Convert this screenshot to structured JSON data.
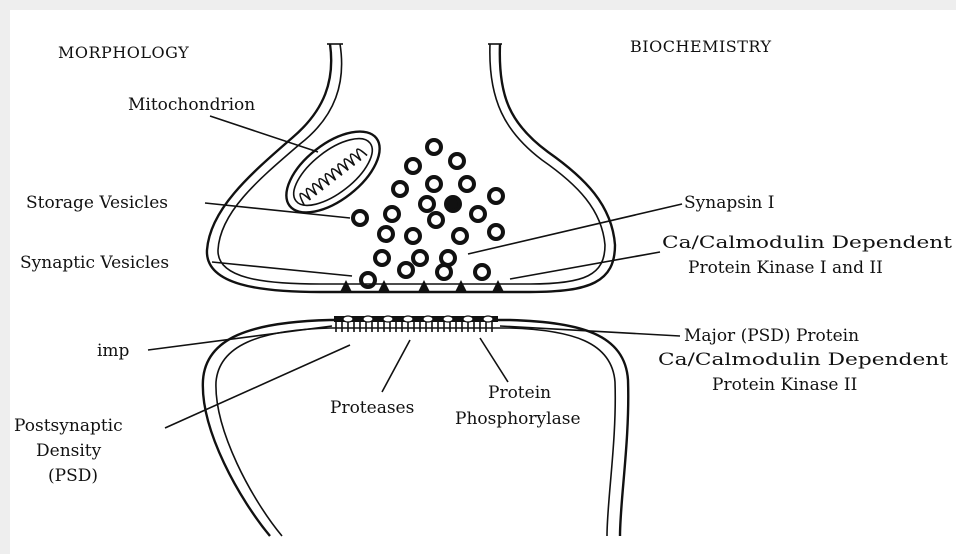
{
  "headers": {
    "left": "MORPHOLOGY",
    "right": "BIOCHEMISTRY"
  },
  "labels": {
    "mitochondrion": "Mitochondrion",
    "storage_vesicles": "Storage Vesicles",
    "synaptic_vesicles": "Synaptic Vesicles",
    "imp": "imp",
    "psd_line1": "Postsynaptic",
    "psd_line2": "Density",
    "psd_line3": "(PSD)",
    "proteases": "Proteases",
    "phos_line1": "Protein",
    "phos_line2": "Phosphorylase",
    "synapsin": "Synapsin I",
    "camk_pre_line1": "Ca/Calmodulin Dependent",
    "camk_pre_line2": "Protein Kinase I and II",
    "psd_protein_line1": "Major (PSD) Protein",
    "psd_protein_line2": "Ca/Calmodulin Dependent",
    "psd_protein_line3": "Protein Kinase II"
  },
  "colors": {
    "ink": "#111111",
    "paper": "#ffffff",
    "frame": "#eeeeee"
  }
}
